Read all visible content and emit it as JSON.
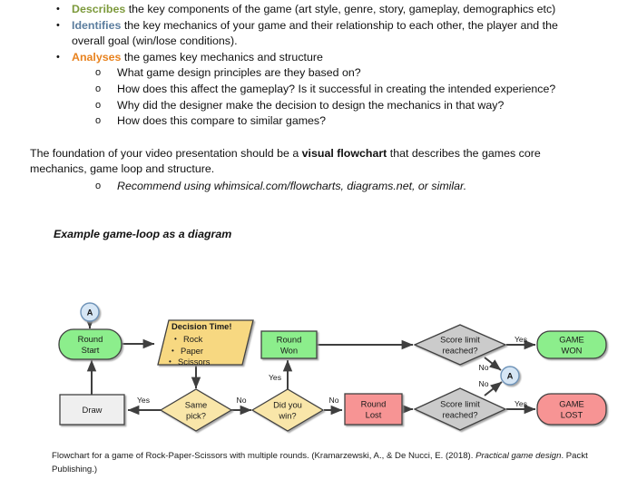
{
  "bullets": [
    {
      "marker": "•",
      "keyword": "Describes",
      "keyword_color": "#7D9A3C",
      "rest": " the key components of the game (art style, genre, story, gameplay, demographics etc)"
    },
    {
      "marker": "•",
      "keyword": "Identifies",
      "keyword_color": "#5B7D9E",
      "rest": " the key mechanics of your game and their relationship to each other, the player and the overall goal (win/lose conditions)."
    },
    {
      "marker": "•",
      "keyword": "Analyses",
      "keyword_color": "#E8821E",
      "rest": " the games key mechanics and structure"
    }
  ],
  "sub_bullets": [
    {
      "marker": "o",
      "text": "What game design principles are they based on?"
    },
    {
      "marker": "o",
      "text": "How does this affect the gameplay? Is it successful in creating the intended experience?"
    },
    {
      "marker": "o",
      "text": "Why did the designer make the decision to design the mechanics in that way?"
    },
    {
      "marker": "o",
      "text": "How does this compare to similar games?"
    }
  ],
  "paragraph": {
    "part1": "The foundation of your video presentation should be a ",
    "bold": "visual flowchart",
    "part2": " that describes the games core mechanics, game loop and structure."
  },
  "recommend_bullet": {
    "marker": "o",
    "text": "Recommend using whimsical.com/flowcharts, diagrams.net, or similar."
  },
  "example_heading": "Example game-loop as a diagram",
  "caption": {
    "part1": "Flowchart for a game of Rock-Paper-Scissors with multiple rounds. (Kramarzewski, A., & De Nucci, E. (2018). ",
    "italic": "Practical game design",
    "part2": ". Packt Publishing.)"
  },
  "chart_data": {
    "type": "diagram",
    "title": "Example game-loop as a diagram",
    "subtype": "flowchart",
    "colors": {
      "green_fill": "#8CEE8C",
      "green_stroke": "#3f3f3f",
      "yellow_fill": "#F9E6A9",
      "yellow_fill_strong": "#F7D881",
      "red_fill": "#F79494",
      "grey_fill": "#CBCBCB",
      "white_fill": "#EFEFEF",
      "blue_fill": "#D6E6F5",
      "blue_stroke": "#6E93B8",
      "edge": "#3f3f3f"
    },
    "nodes": [
      {
        "id": "connA_top",
        "shape": "circle",
        "label": "A",
        "fill": "blue_fill"
      },
      {
        "id": "round_start",
        "shape": "rounded-rect",
        "label": "Round Start",
        "fill": "green_fill"
      },
      {
        "id": "decision",
        "shape": "parallelogram",
        "label": "Decision Time!",
        "items": [
          "Rock",
          "Paper",
          "Scissors"
        ],
        "fill": "yellow_fill_strong"
      },
      {
        "id": "round_won",
        "shape": "rect",
        "label": "Round Won",
        "fill": "green_fill"
      },
      {
        "id": "limit_top",
        "shape": "diamond",
        "label": "Score limit reached?",
        "fill": "grey_fill"
      },
      {
        "id": "game_won",
        "shape": "rounded-rect",
        "label": "GAME WON",
        "fill": "green_fill"
      },
      {
        "id": "connA_mid",
        "shape": "circle",
        "label": "A",
        "fill": "blue_fill"
      },
      {
        "id": "draw",
        "shape": "rect",
        "label": "Draw",
        "fill": "white_fill"
      },
      {
        "id": "same_pick",
        "shape": "diamond",
        "label": "Same pick?",
        "fill": "yellow_fill"
      },
      {
        "id": "did_you_win",
        "shape": "diamond",
        "label": "Did you win?",
        "fill": "yellow_fill"
      },
      {
        "id": "round_lost",
        "shape": "rect",
        "label": "Round Lost",
        "fill": "red_fill"
      },
      {
        "id": "limit_bot",
        "shape": "diamond",
        "label": "Score limit reached?",
        "fill": "grey_fill"
      },
      {
        "id": "game_lost",
        "shape": "rounded-rect",
        "label": "GAME LOST",
        "fill": "red_fill"
      }
    ],
    "edges": [
      {
        "from": "connA_top",
        "to": "round_start",
        "label": ""
      },
      {
        "from": "round_start",
        "to": "decision",
        "label": ""
      },
      {
        "from": "decision",
        "to": "same_pick",
        "label": ""
      },
      {
        "from": "same_pick",
        "to": "draw",
        "label": "Yes"
      },
      {
        "from": "draw",
        "to": "round_start",
        "label": ""
      },
      {
        "from": "same_pick",
        "to": "did_you_win",
        "label": "No"
      },
      {
        "from": "did_you_win",
        "to": "round_won",
        "label": "Yes"
      },
      {
        "from": "did_you_win",
        "to": "round_lost",
        "label": "No"
      },
      {
        "from": "round_won",
        "to": "limit_top",
        "label": ""
      },
      {
        "from": "limit_top",
        "to": "game_won",
        "label": "Yes"
      },
      {
        "from": "limit_top",
        "to": "connA_mid",
        "label": "No"
      },
      {
        "from": "round_lost",
        "to": "limit_bot",
        "label": ""
      },
      {
        "from": "limit_bot",
        "to": "game_lost",
        "label": "Yes"
      },
      {
        "from": "limit_bot",
        "to": "connA_mid",
        "label": "No"
      }
    ],
    "node_labels": {
      "connA_top": "A",
      "round_start_l1": "Round",
      "round_start_l2": "Start",
      "decision_title": "Decision Time!",
      "decision_i1": "Rock",
      "decision_i2": "Paper",
      "decision_i3": "Scissors",
      "round_won_l1": "Round",
      "round_won_l2": "Won",
      "limit_top_l1": "Score limit",
      "limit_top_l2": "reached?",
      "game_won_l1": "GAME",
      "game_won_l2": "WON",
      "connA_mid": "A",
      "draw": "Draw",
      "same_pick_l1": "Same",
      "same_pick_l2": "pick?",
      "did_you_win_l1": "Did you",
      "did_you_win_l2": "win?",
      "round_lost_l1": "Round",
      "round_lost_l2": "Lost",
      "limit_bot_l1": "Score limit",
      "limit_bot_l2": "reached?",
      "game_lost_l1": "GAME",
      "game_lost_l2": "LOST"
    },
    "edge_labels": {
      "same_yes": "Yes",
      "same_no": "No",
      "win_yes": "Yes",
      "win_no": "No",
      "limit_top_yes": "Yes",
      "limit_top_no": "No",
      "limit_bot_yes": "Yes",
      "limit_bot_no": "No"
    },
    "bullet_glyph": "•"
  }
}
